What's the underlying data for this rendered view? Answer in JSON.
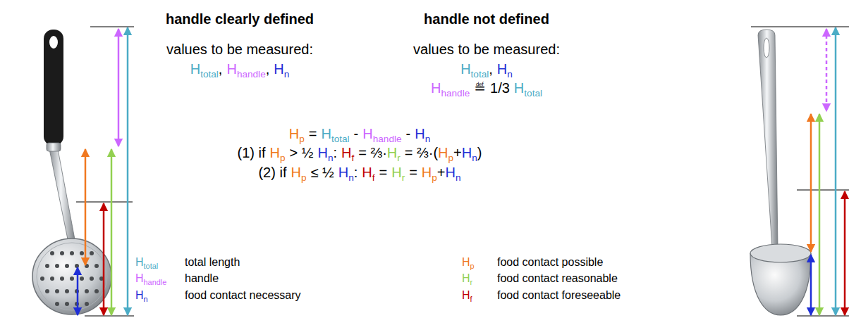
{
  "diagram": {
    "labels": [
      "handle clearly defined",
      "handle not defined",
      "values to be measured:",
      "Htotal",
      ",",
      "Hhandle",
      ",",
      "Hn",
      "values to be measured:",
      "Htotal",
      ",",
      "Hn",
      "Hhandle",
      "≝",
      "1/3",
      "Htotal",
      "Hp",
      "=",
      "Htotal",
      "-",
      "Hhandle",
      "-",
      "Hn",
      "(1) if",
      "Hp",
      "> ½",
      "Hn",
      ":",
      "Hf",
      "= ⅔·",
      "Hr",
      "= ⅔·(",
      "Hp",
      "+",
      "Hn",
      ")",
      "(2) if",
      "Hp",
      "≤ ½",
      "Hn",
      ":",
      "Hf",
      "=",
      "Hr",
      "=",
      "Hp",
      "+",
      "Hn",
      "Htotal",
      "total length",
      "Hhandle",
      "handle",
      "Hn",
      "food contact necessary",
      "Hp",
      "food contact possible",
      "Hr",
      "food contact reasonable",
      "Hf",
      "food contact foreseeable"
    ]
  }
}
